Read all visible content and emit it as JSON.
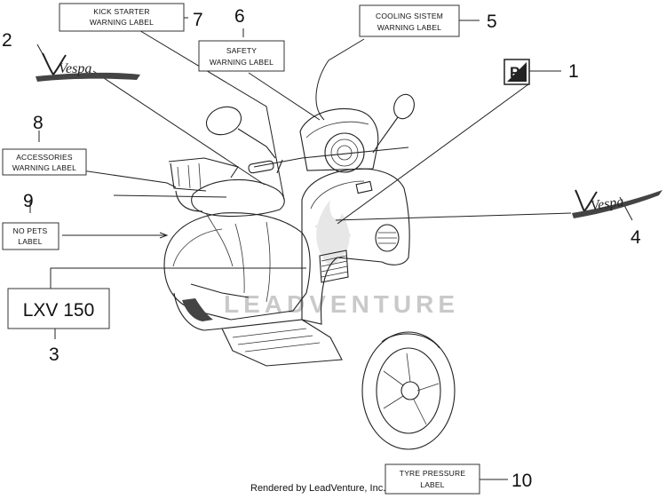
{
  "callouts": [
    {
      "number": "1",
      "lines": []
    },
    {
      "number": "2",
      "lines": []
    },
    {
      "number": "3",
      "lines": [
        "LXV 150"
      ]
    },
    {
      "number": "4",
      "lines": []
    },
    {
      "number": "5",
      "lines": [
        "COOLING SISTEM",
        "WARNING LABEL"
      ]
    },
    {
      "number": "6",
      "lines": [
        "SAFETY",
        "WARNING LABEL"
      ]
    },
    {
      "number": "7",
      "lines": [
        "KICK STARTER",
        "WARNING LABEL"
      ]
    },
    {
      "number": "8",
      "lines": [
        "ACCESSORIES",
        "WARNING LABEL"
      ]
    },
    {
      "number": "9",
      "lines": [
        "NO PETS",
        "LABEL"
      ]
    },
    {
      "number": "10",
      "lines": [
        "TYRE PRESSURE",
        "LABEL"
      ]
    }
  ],
  "emblem_p": "P",
  "logo_text": "Vespa",
  "watermark": "LEADVENTURE",
  "footer": "Rendered by LeadVenture, Inc."
}
